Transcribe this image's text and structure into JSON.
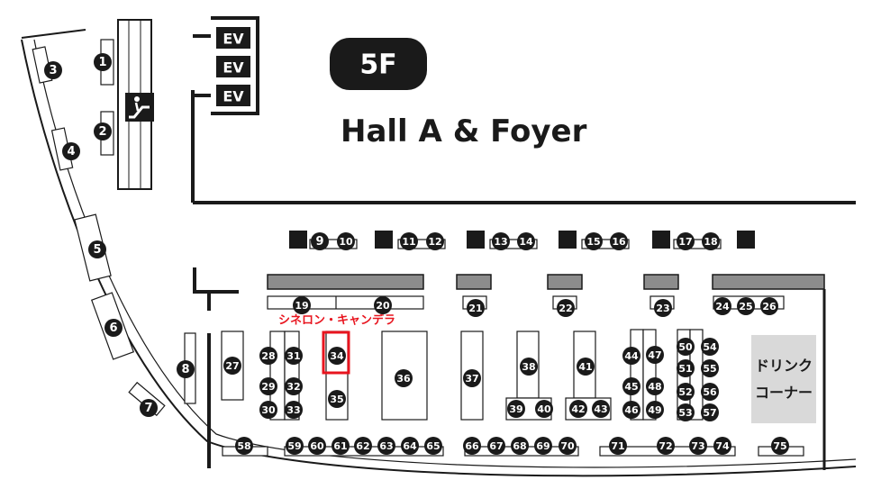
{
  "floor_badge": "5F",
  "hall_title": "Hall A & Foyer",
  "elevator_label": "EV",
  "highlight_label": "シネロン・キャンデラ",
  "highlight_booth": "34",
  "drink_corner_lines": [
    "ドリンク",
    "コーナー"
  ],
  "colors": {
    "ink": "#1a1a1a",
    "highlight": "#e8141e",
    "bar_gray": "#8c8c8c",
    "drink_box": "#d9d9d9"
  },
  "icons": {
    "escalator": "escalator-icon"
  },
  "booths": [
    "1",
    "2",
    "3",
    "4",
    "5",
    "6",
    "7",
    "8",
    "9",
    "10",
    "11",
    "12",
    "13",
    "14",
    "15",
    "16",
    "17",
    "18",
    "19",
    "20",
    "21",
    "22",
    "23",
    "24",
    "25",
    "26",
    "27",
    "28",
    "29",
    "30",
    "31",
    "32",
    "33",
    "34",
    "35",
    "36",
    "37",
    "38",
    "39",
    "40",
    "41",
    "42",
    "43",
    "44",
    "45",
    "46",
    "47",
    "48",
    "49",
    "50",
    "51",
    "52",
    "53",
    "54",
    "55",
    "56",
    "57",
    "58",
    "59",
    "60",
    "61",
    "62",
    "63",
    "64",
    "65",
    "66",
    "67",
    "68",
    "69",
    "70",
    "71",
    "72",
    "73",
    "74",
    "75"
  ]
}
